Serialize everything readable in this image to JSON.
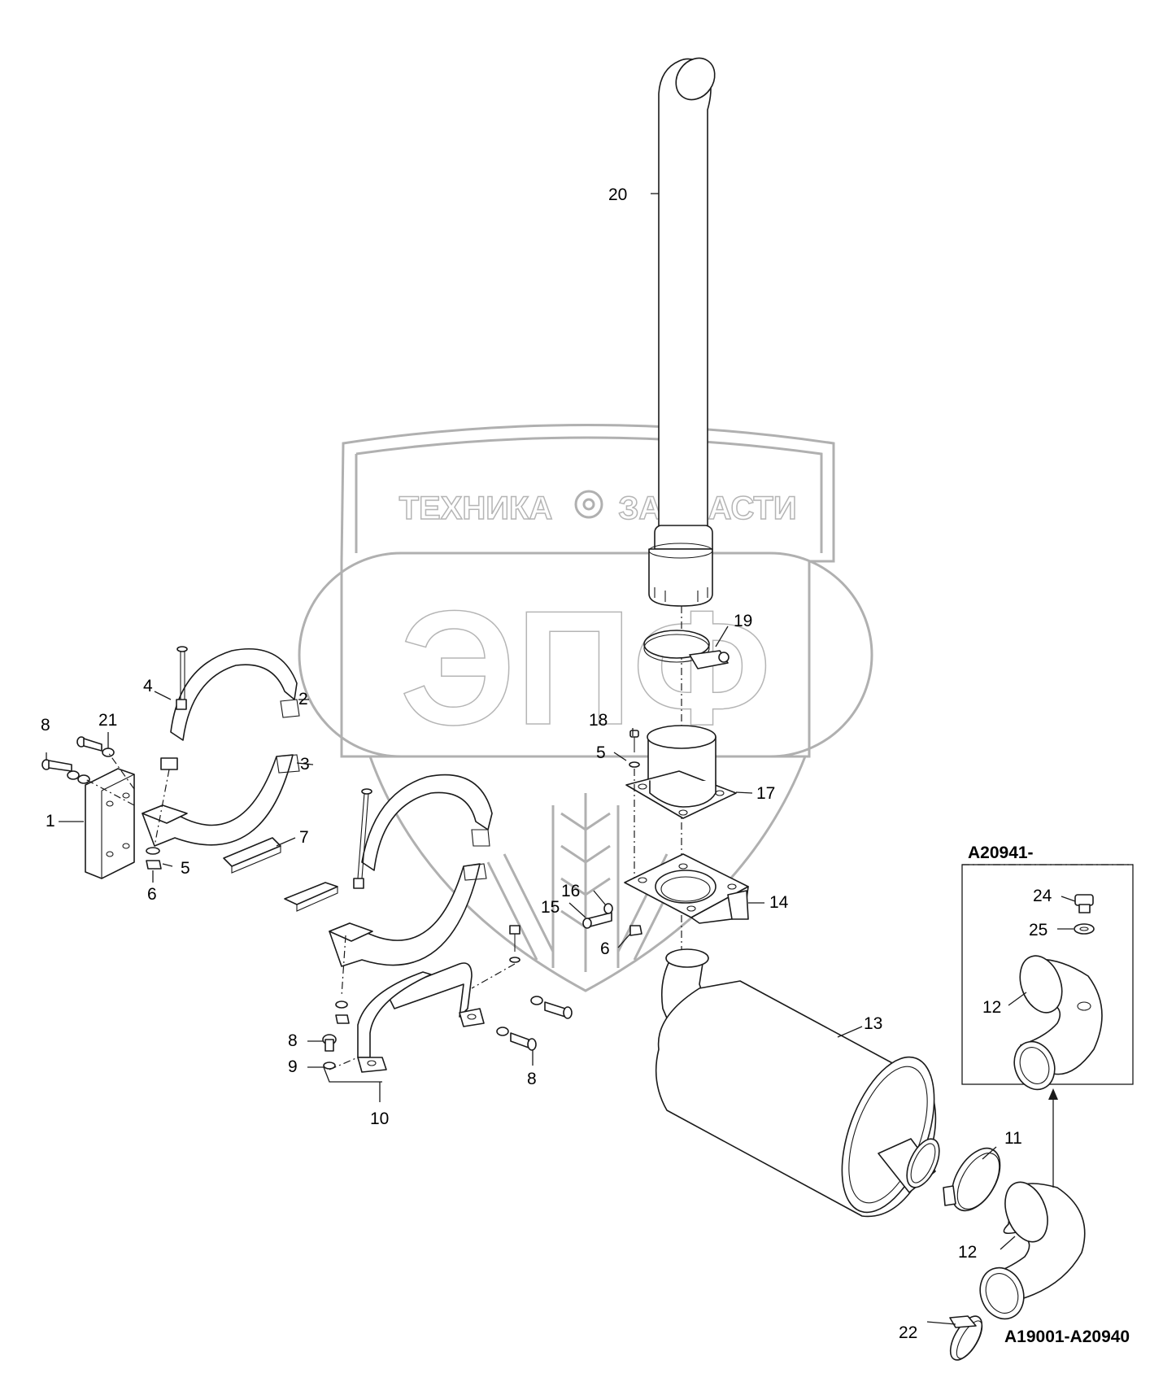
{
  "watermark": {
    "line1_left": "ТЕХНИКА",
    "line1_right": "ЗАПЧАСТИ",
    "logo": "ЭПФ",
    "gear_icon": "gear-icon",
    "color": "#b0b0b0"
  },
  "callouts": {
    "c1": "1",
    "c2": "2",
    "c3": "3",
    "c4": "4",
    "c5a": "5",
    "c5b": "5",
    "c6a": "6",
    "c6b": "6",
    "c7": "7",
    "c8a": "8",
    "c8b": "8",
    "c8c": "8",
    "c9": "9",
    "c10": "10",
    "c11": "11",
    "c12a": "12",
    "c12b": "12",
    "c13": "13",
    "c14": "14",
    "c15": "15",
    "c16": "16",
    "c17": "17",
    "c18": "18",
    "c19": "19",
    "c20": "20",
    "c21": "21",
    "c22": "22",
    "c24": "24",
    "c25": "25"
  },
  "serial_box": {
    "header": "A20941-",
    "footer": "A19001-A20940"
  }
}
